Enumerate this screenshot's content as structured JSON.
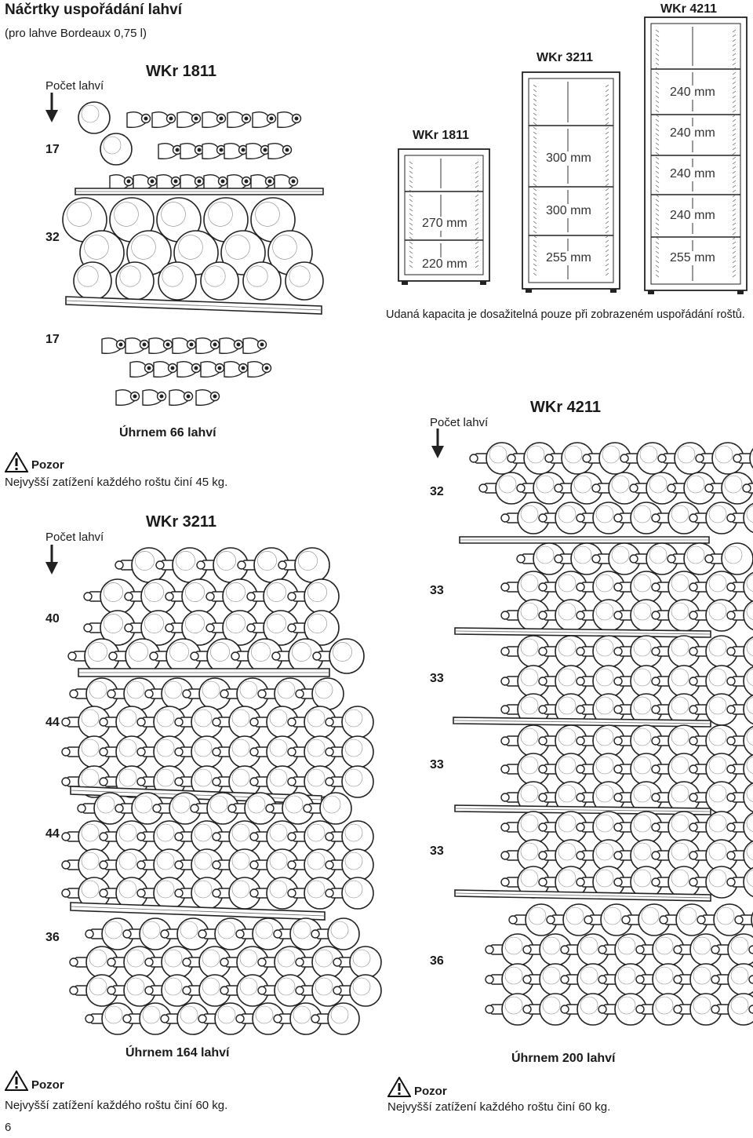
{
  "header": {
    "title": "Náčrtky uspořádání lahví",
    "subtitle": "(pro lahve Bordeaux 0,75 l)"
  },
  "count_label": "Počet lahví",
  "wkr1811": {
    "model": "WKr 1811",
    "counts": [
      "17",
      "32",
      "17"
    ],
    "total": "Úhrnem 66 lahví"
  },
  "warning_1811": {
    "title": "Pozor",
    "text": "Nejvyšší zatížení každého roštu činí 45 kg."
  },
  "wkr3211": {
    "model": "WKr 3211",
    "counts": [
      "40",
      "44",
      "44",
      "36"
    ],
    "total": "Úhrnem 164 lahví"
  },
  "warning_3211": {
    "title": "Pozor",
    "text": "Nejvyšší zatížení každého roštu činí 60 kg."
  },
  "wkr4211": {
    "model": "WKr 4211",
    "counts": [
      "32",
      "33",
      "33",
      "33",
      "33",
      "36"
    ],
    "total": "Úhrnem 200 lahví"
  },
  "warning_4211": {
    "title": "Pozor",
    "text": "Nejvyšší zatížení každého roštu činí 60 kg."
  },
  "cabinets": [
    {
      "model": "WKr 1811",
      "shelf_heights": [
        "270 mm",
        "220 mm"
      ]
    },
    {
      "model": "WKr 3211",
      "shelf_heights": [
        "300 mm",
        "300 mm",
        "255 mm"
      ]
    },
    {
      "model": "WKr 4211",
      "shelf_heights": [
        "240 mm",
        "240 mm",
        "240 mm",
        "240 mm",
        "255 mm"
      ]
    }
  ],
  "capacity_note": "Udaná kapacita je dosažitelná pouze při zobrazeném uspořádání roštů.",
  "page_number": "6"
}
